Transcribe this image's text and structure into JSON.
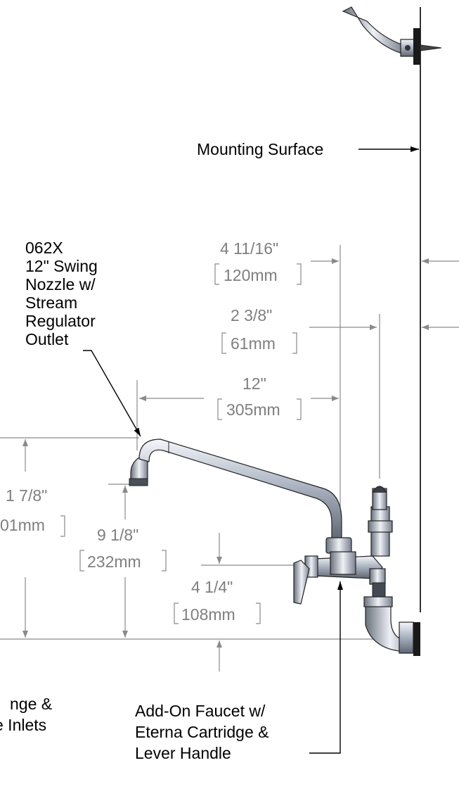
{
  "labels": {
    "mounting_surface": "Mounting Surface",
    "nozzle": [
      "062X",
      "12\" Swing",
      "Nozzle w/",
      "Stream",
      "Regulator",
      "Outlet"
    ],
    "add_on": [
      "Add-On Faucet w/",
      "Eterna Cartridge &",
      "Lever Handle"
    ],
    "flange": [
      "nge &",
      "e Inlets"
    ]
  },
  "dimensions": {
    "d1": {
      "in": "4 11/16\"",
      "mm": "120mm"
    },
    "d2": {
      "in": "2 3/8\"",
      "mm": "61mm"
    },
    "d3": {
      "in": "12\"",
      "mm": "305mm"
    },
    "d4": {
      "in": "1 7/8\"",
      "mm": "01mm"
    },
    "d5": {
      "in": "9 1/8\"",
      "mm": "232mm"
    },
    "d6": {
      "in": "4 1/4\"",
      "mm": "108mm"
    }
  }
}
